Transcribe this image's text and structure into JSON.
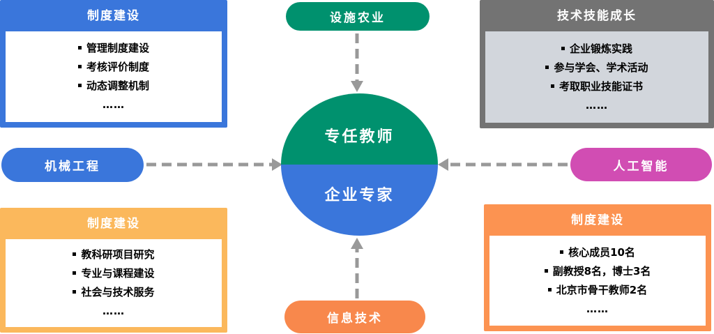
{
  "common": {
    "ellipsis": "……"
  },
  "colors": {
    "blue": "#3A76DB",
    "green": "#00916E",
    "gray": "#737373",
    "light_gray": "#D2D6DC",
    "light_orange": "#FBB85C",
    "orange": "#FC9351",
    "pill_orange": "#F8884C",
    "pink": "#D14DB3",
    "white": "#FFFFFF",
    "arrow_gray": "#999999"
  },
  "center": {
    "top_label": "专任教师",
    "bottom_label": "企业专家",
    "top_color": "#00916E",
    "bottom_color": "#3A76DB"
  },
  "pills": {
    "top": {
      "label": "设施农业",
      "color": "#00916E"
    },
    "left": {
      "label": "机械工程",
      "color": "#3A76DB"
    },
    "right": {
      "label": "人工智能",
      "color": "#D14DB3"
    },
    "bottom": {
      "label": "信息技术",
      "color": "#F8884C"
    }
  },
  "boxes": {
    "top_left": {
      "title": "制度建设",
      "header_color": "#3A76DB",
      "body_color": "#FFFFFF",
      "items": [
        "管理制度建设",
        "考核评价制度",
        "动态调整机制"
      ]
    },
    "top_right": {
      "title": "技术技能成长",
      "header_color": "#737373",
      "body_color": "#D2D6DC",
      "items": [
        "企业锻炼实践",
        "参与学会、学术活动",
        "考取职业技能证书"
      ]
    },
    "bottom_left": {
      "title": "制度建设",
      "header_color": "#FBB85C",
      "body_color": "#FFFFFF",
      "items": [
        "教科研项目研究",
        "专业与课程建设",
        "社会与技术服务"
      ]
    },
    "bottom_right": {
      "title": "制度建设",
      "header_color": "#FC9351",
      "body_color": "#FFFFFF",
      "items": [
        "核心成员10名",
        "副教授8名，博士3名",
        "北京市骨干教师2名"
      ]
    }
  }
}
